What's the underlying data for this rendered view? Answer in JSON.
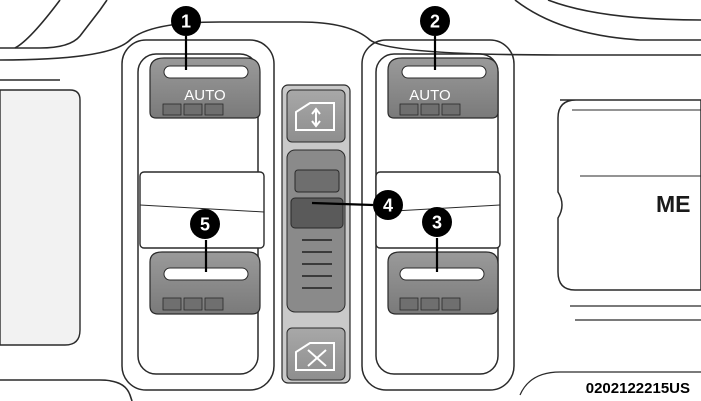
{
  "callouts": [
    "1",
    "2",
    "3",
    "4",
    "5"
  ],
  "switches": {
    "left_front_label": "AUTO",
    "right_front_label": "AUTO"
  },
  "panel_text": "ME",
  "image_code": "0202122215US",
  "icons": [
    "window-up-icon",
    "window-lock-icon"
  ],
  "colors": {
    "switch_fill": "#8b8b8b",
    "center_fill": "#a0a0a0",
    "callout_fill": "#000000",
    "line": "#2a2a2a"
  }
}
